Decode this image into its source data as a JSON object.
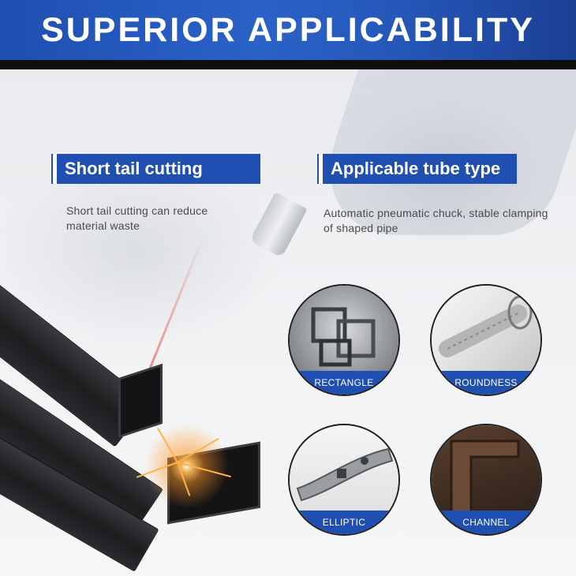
{
  "banner": {
    "title": "SUPERIOR APPLICABILITY"
  },
  "features": [
    {
      "title": "Short tail cutting",
      "description": "Short tail cutting can reduce material waste"
    },
    {
      "title": "Applicable tube type",
      "description": "Automatic pneumatic chuck, stable clamping of shaped pipe"
    }
  ],
  "tube_types": [
    {
      "label": "RECTANGLE"
    },
    {
      "label": "ROUNDNESS"
    },
    {
      "label": "ELLIPTIC"
    },
    {
      "label": "CHANNEL"
    }
  ],
  "colors": {
    "accent": "#1f4fb0",
    "rule": "#0e0e0e",
    "text": "#4a4a4a"
  }
}
